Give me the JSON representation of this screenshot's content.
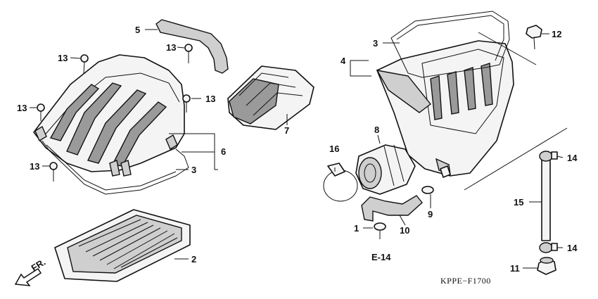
{
  "callouts": {
    "p1": "1",
    "p2": "2",
    "p3a": "3",
    "p3b": "3",
    "p4": "4",
    "p5": "5",
    "p6": "6",
    "p7": "7",
    "p8": "8",
    "p9": "9",
    "p10": "10",
    "p11": "11",
    "p12": "12",
    "p13a": "13",
    "p13b": "13",
    "p13c": "13",
    "p13d": "13",
    "p13e": "13",
    "p14a": "14",
    "p14b": "14",
    "p15": "15",
    "p16": "16"
  },
  "reference": "E-14",
  "front_marker": "FR.",
  "figure_code": "KPPE−F1700"
}
